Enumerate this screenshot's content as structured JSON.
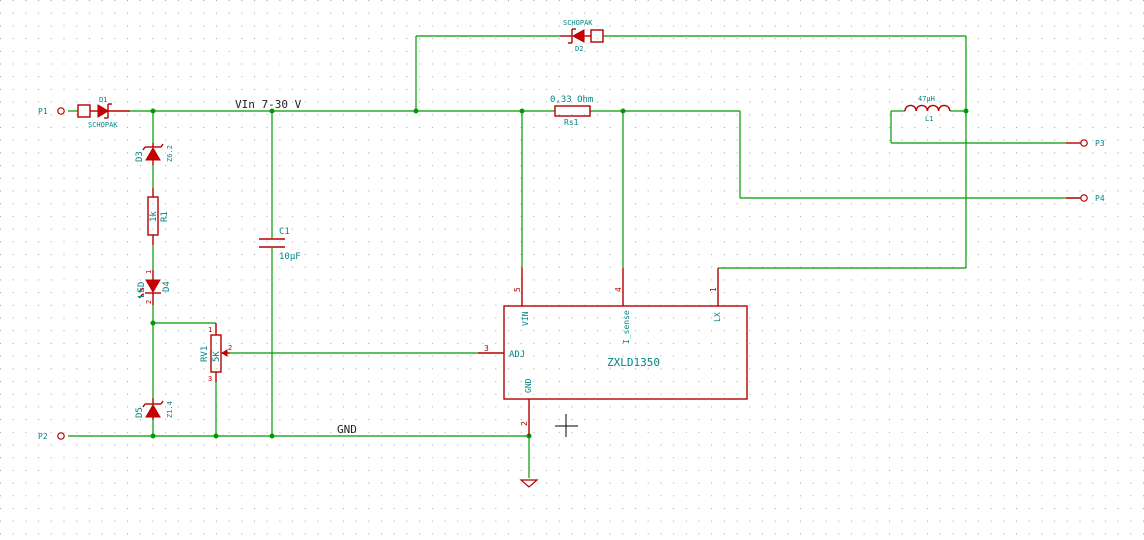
{
  "nets": {
    "vin": "VIn 7-30 V",
    "gnd": "GND"
  },
  "ports": {
    "p1": "P1",
    "p2": "P2",
    "p3": "P3",
    "p4": "P4"
  },
  "d1": {
    "ref": "D1",
    "value": "SCHOPAK"
  },
  "d2": {
    "ref": "D2",
    "value": "SCHOPAK"
  },
  "d3": {
    "ref": "D3",
    "value": "Z6.2"
  },
  "r1": {
    "ref": "R1",
    "value": "1k"
  },
  "d4": {
    "ref": "D4",
    "value": "LED",
    "pin1": "1",
    "pin2": "2"
  },
  "d5": {
    "ref": "D5",
    "value": "Z1.4"
  },
  "c1": {
    "ref": "C1",
    "value": "10µF"
  },
  "rv1": {
    "ref": "RV1",
    "value": "5K",
    "pin1": "1",
    "pin2": "2",
    "pin3": "3"
  },
  "rs1": {
    "ref": "Rs1",
    "value": "0,33 Ohm"
  },
  "l1": {
    "ref": "L1",
    "value": "47µH"
  },
  "u1": {
    "value": "ZXLD1350",
    "pins": [
      {
        "num": "5",
        "name": "VIN"
      },
      {
        "num": "4",
        "name": "I_sense"
      },
      {
        "num": "1",
        "name": "LX"
      },
      {
        "num": "3",
        "name": "ADJ"
      },
      {
        "num": "2",
        "name": "GND"
      }
    ]
  }
}
